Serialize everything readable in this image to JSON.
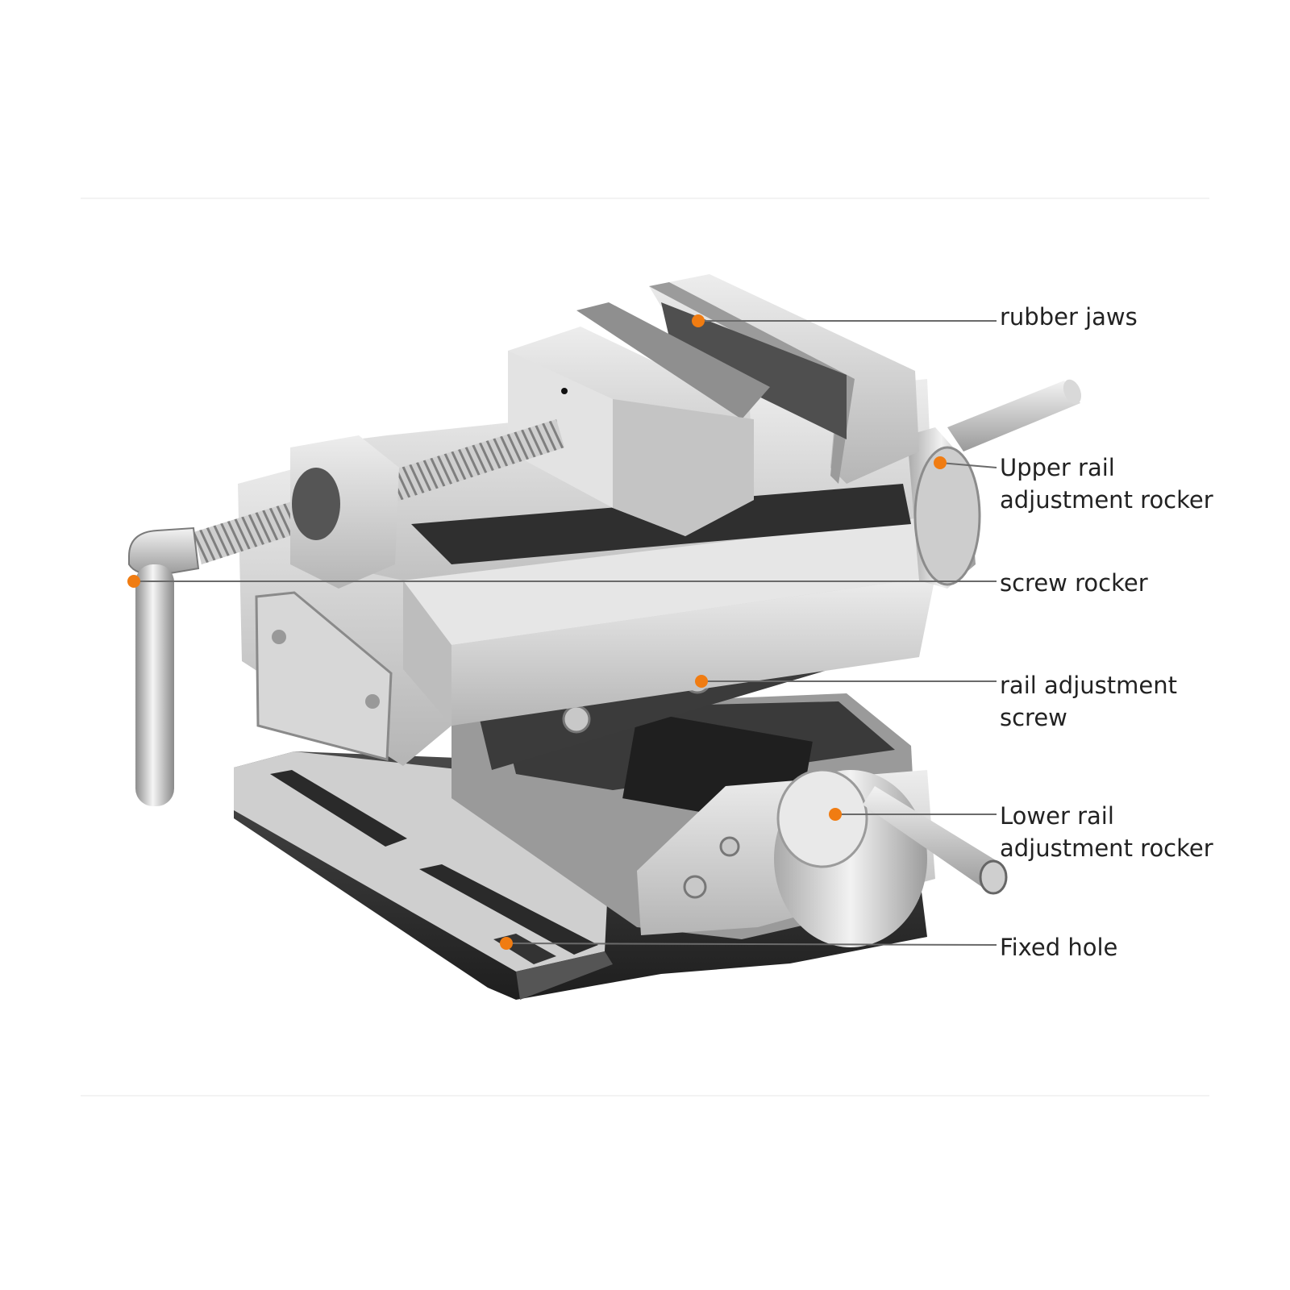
{
  "colors": {
    "marker": "#F07C12",
    "leader_line": "#6a6a6a",
    "label_text": "#222222",
    "metal_light": "#dcdcdc",
    "metal_mid": "#b9b9b9",
    "metal_dark": "#7d7d7d",
    "base_dark": "#2c2c2c"
  },
  "callouts": [
    {
      "id": "rubber-jaws",
      "text": "rubber jaws"
    },
    {
      "id": "upper-rail-adjustment-rocker",
      "text": "Upper rail\nadjustment rocker"
    },
    {
      "id": "screw-rocker",
      "text": "screw rocker"
    },
    {
      "id": "rail-adjustment-screw",
      "text": "rail adjustment\nscrew"
    },
    {
      "id": "lower-rail-adjustment-rocker",
      "text": "Lower rail\nadjustment rocker"
    },
    {
      "id": "fixed-hole",
      "text": "Fixed hole"
    }
  ]
}
